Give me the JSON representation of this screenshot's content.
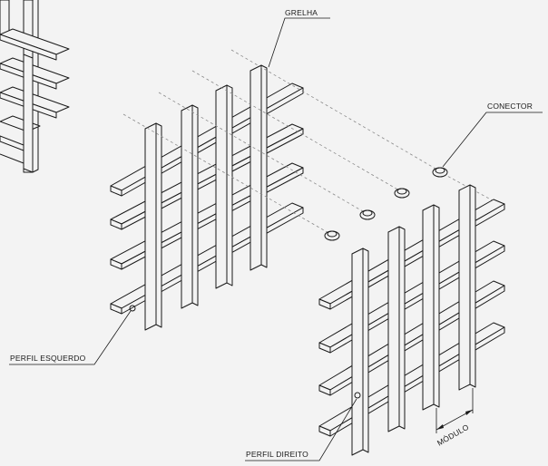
{
  "labels": {
    "grelha": "GRELHA",
    "conector": "CONECTOR",
    "perfil_esquerdo": "PERFIL ESQUERDO",
    "perfil_direito": "PERFIL DIREITO",
    "modulo": "MÓDULO"
  }
}
